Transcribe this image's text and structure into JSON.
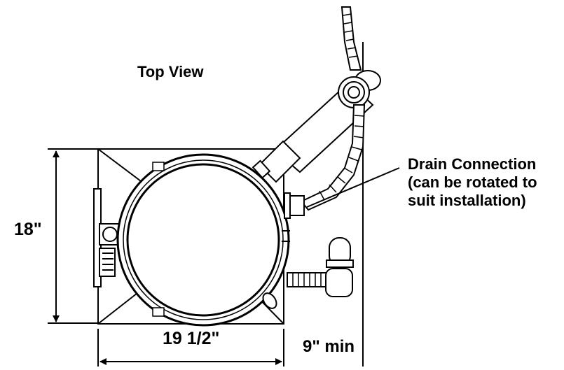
{
  "title": "Top View",
  "dimensions": {
    "height": "18\"",
    "width": "19 1/2\"",
    "clearance": "9\" min"
  },
  "callout": {
    "line1": "Drain Connection",
    "line2": "(can be rotated to",
    "line3": "suit installation)"
  },
  "colors": {
    "line": "#000000",
    "background": "#ffffff"
  }
}
